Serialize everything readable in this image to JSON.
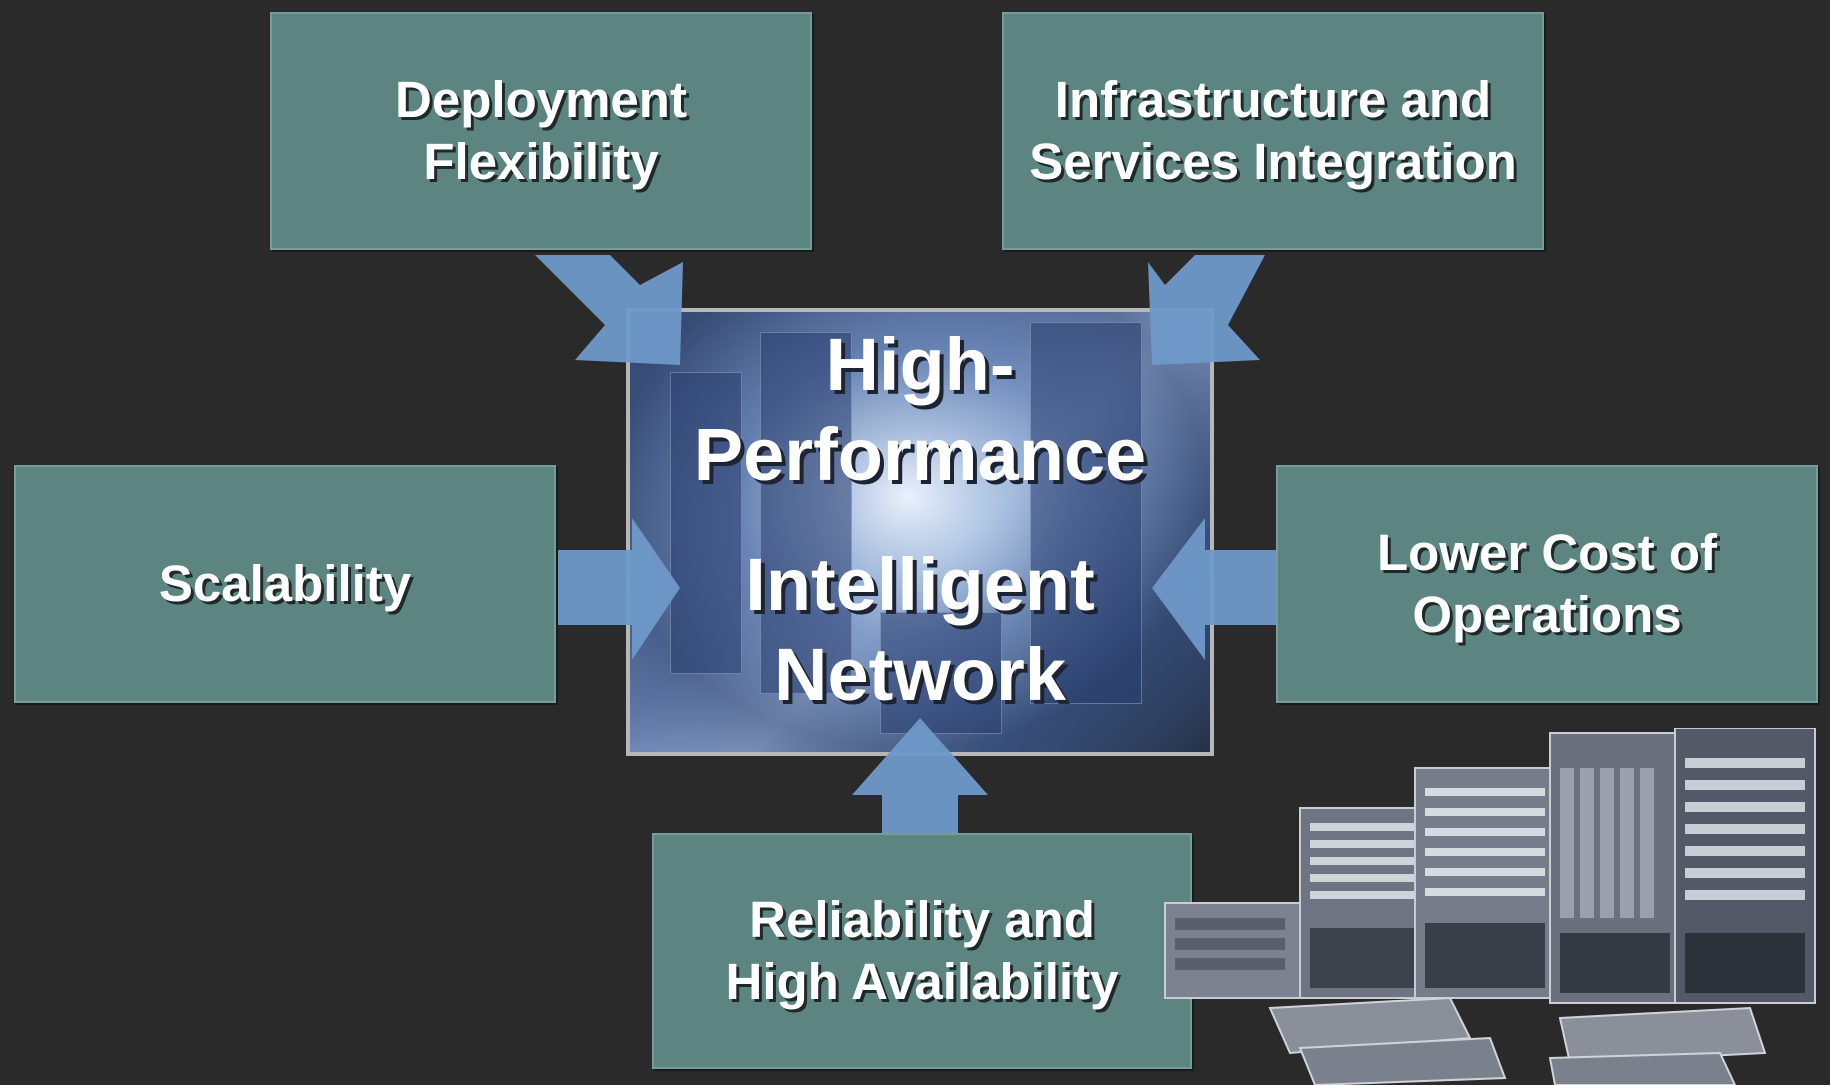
{
  "center": {
    "line1": "High-\nPerformance",
    "line2": "Intelligent\nNetwork"
  },
  "boxes": {
    "deployment": "Deployment\nFlexibility",
    "infrastructure": "Infrastructure and\nServices Integration",
    "scalability": "Scalability",
    "lower_cost": "Lower Cost of\nOperations",
    "reliability": "Reliability and\nHigh Availability"
  },
  "colors": {
    "background": "#2a2a2a",
    "box_fill": "#5c8581",
    "arrow_fill": "#6f99c9",
    "frame": "#b7b7b7"
  }
}
